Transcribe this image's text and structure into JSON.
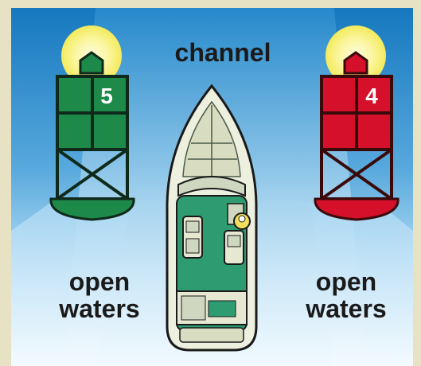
{
  "title": "channel",
  "left_buoy": {
    "number": "5",
    "color": "#1e8a4a"
  },
  "right_buoy": {
    "number": "4",
    "color": "#d4102a"
  },
  "left_area": {
    "line1": "open",
    "line2": "waters"
  },
  "right_area": {
    "line1": "open",
    "line2": "waters"
  },
  "colors": {
    "water_deep": "#1a83c8",
    "water_light": "#e8f6ff",
    "border": "#e8e2c4",
    "light_glow": "#f6f27a",
    "boat_hull": "#eef0df",
    "boat_interior": "#2e9c70"
  }
}
